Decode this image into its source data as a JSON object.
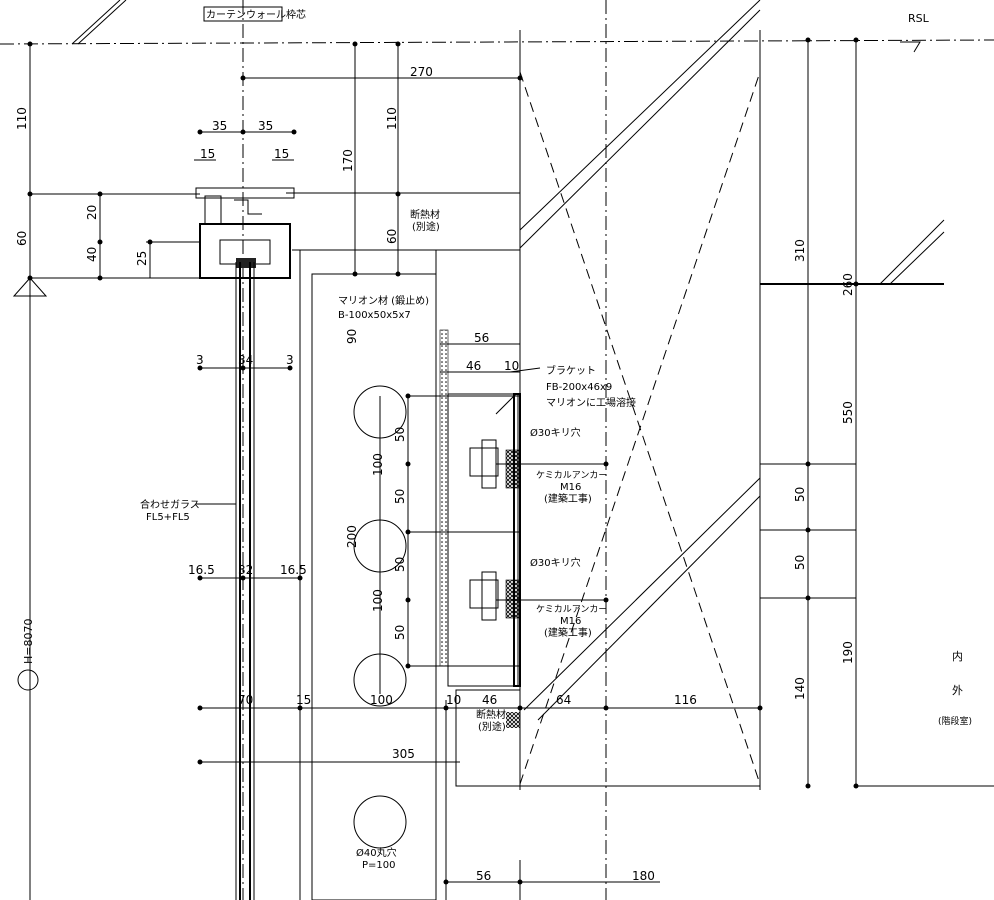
{
  "labels": {
    "curtain_wall_frame": "カーテンウォール枠芯",
    "rsl": "RSL",
    "insulation_top": "断熱材",
    "insulation_top_sub": "(別途)",
    "mullion": "マリオン材 (鍛止め)",
    "mullion_spec": "B-100x50x5x7",
    "bracket": "ブラケット",
    "bracket_spec": "FB-200x46x9",
    "bracket_note": "マリオンに工場溶接",
    "hole1": "Ø30キリ穴",
    "anchor1": "ケミカルアンカー",
    "anchor1_size": "M16",
    "anchor1_note": "(建築工事)",
    "hole2": "Ø30キリ穴",
    "anchor2": "ケミカルアンカー",
    "anchor2_size": "M16",
    "anchor2_note": "(建築工事)",
    "glass": "合わせガラス",
    "glass_spec": "FL5+FL5",
    "insulation_bottom": "断熱材",
    "insulation_bottom_sub": "(別途)",
    "round_hole": "Ø40丸穴",
    "round_hole_pitch": "P=100",
    "height": "H=8070",
    "side_a": "内",
    "side_b": "外",
    "room": "(階段室)"
  },
  "dimensions": {
    "d270": "270",
    "d110a": "110",
    "d110b": "110",
    "d35a": "35",
    "d35b": "35",
    "d15a": "15",
    "d15b": "15",
    "d170": "170",
    "d60a": "60",
    "d60b": "60",
    "d20": "20",
    "d40": "40",
    "d25": "25",
    "d90": "90",
    "d56a": "56",
    "d46a": "46",
    "d10a": "10",
    "d3a": "3",
    "d34": "34",
    "d3b": "3",
    "d50a": "50",
    "d100a": "100",
    "d50b": "50",
    "d200": "200",
    "d50c": "50",
    "d100b": "100",
    "d50d": "50",
    "d16a": "16.5",
    "d32": "32",
    "d16b": "16.5",
    "d100c": "100",
    "d70": "70",
    "d15c": "15",
    "d10b": "10",
    "d46b": "46",
    "d64": "64",
    "d116": "116",
    "d305": "305",
    "d56b": "56",
    "d180": "180",
    "d310": "310",
    "d260": "260",
    "d550": "550",
    "d50e": "50",
    "d50f": "50",
    "d190": "190",
    "d140": "140"
  }
}
